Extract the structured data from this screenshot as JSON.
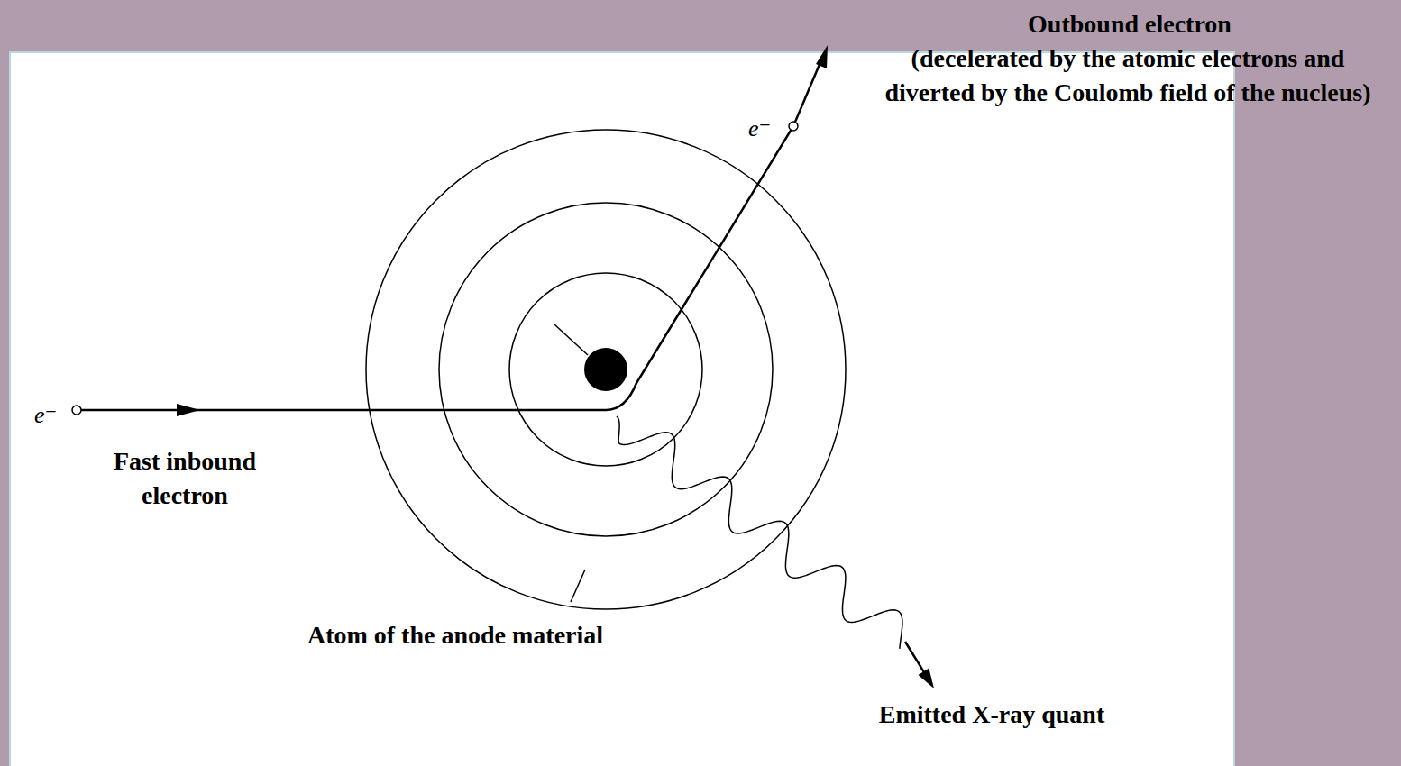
{
  "diagram": {
    "labels": [
      "Outbound electron",
      "(decelerated by the atomic electrons and diverted by the Coulomb field of the nucleus)",
      "e⁻",
      "e⁻",
      "Fast inbound electron",
      "Atom of the anode material",
      "Emitted  X-ray quant"
    ]
  }
}
